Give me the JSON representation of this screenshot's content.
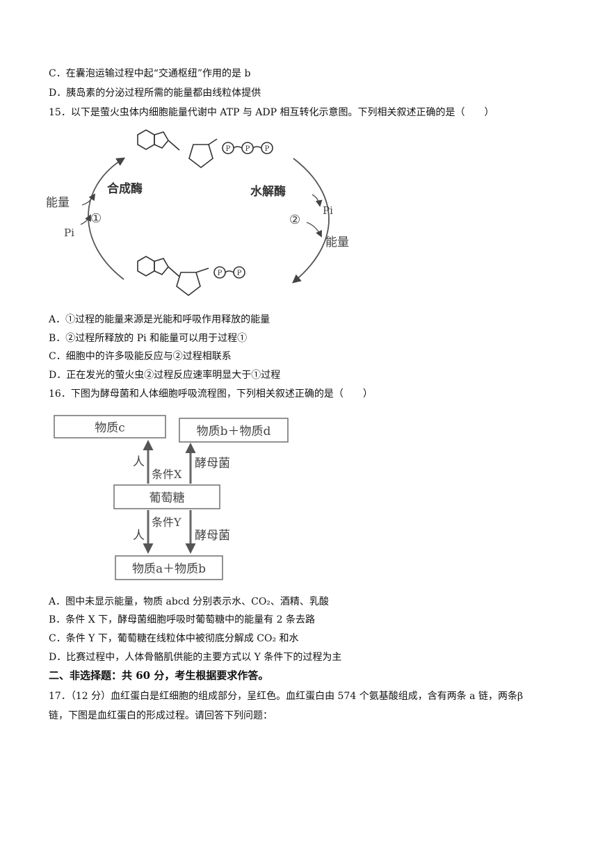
{
  "lines": {
    "l1": "C．在囊泡运输过程中起“交通枢纽”作用的是 b",
    "l2": "D．胰岛素的分泌过程所需的能量都由线粒体提供",
    "q15": "15．以下是萤火虫体内细胞能量代谢中 ATP 与 ADP 相互转化示意图。下列相关叙述正确的是（　　）",
    "q15a": "A．①过程的能量来源是光能和呼吸作用释放的能量",
    "q15b": "B．②过程所释放的 Pi 和能量可以用于过程①",
    "q15c": "C．细胞中的许多吸能反应与②过程相联系",
    "q15d": "D．正在发光的萤火虫②过程反应速率明显大于①过程",
    "q16": "16．下图为酵母菌和人体细胞呼吸流程图，下列相关叙述正确的是（　　）",
    "q16a": "A．图中未显示能量，物质 abcd 分别表示水、CO₂、酒精、乳酸",
    "q16b": "B．条件 X 下，酵母菌细胞呼吸时葡萄糖中的能量有 2 条去路",
    "q16c": "C．条件 Y 下，葡萄糖在线粒体中被彻底分解成 CO₂ 和水",
    "q16d": "D．比赛过程中，人体骨骼肌供能的主要方式以 Y 条件下的过程为主",
    "section2": "二、非选择题：共 60 分，考生根据要求作答。",
    "q17a": "17．（12 分）血红蛋白是红细胞的组成部分，呈红色。血红蛋白由 574 个氨基酸组成，含有两条 a 链，两条β",
    "q17b": "链，下图是血红蛋白的形成过程。请回答下列问题："
  },
  "fig15": {
    "energy_left": "能量",
    "pi_left": "Pi",
    "enzyme_left": "合成酶",
    "step1": "①",
    "enzyme_right": "水解酶",
    "step2": "②",
    "pi_right": "Pi",
    "energy_right": "能量",
    "p": "P"
  },
  "fig16": {
    "box_c": "物质c",
    "box_bd": "物质b＋物质d",
    "box_glucose": "葡萄糖",
    "box_ab": "物质a＋物质b",
    "human_up": "人",
    "cond_x": "条件X",
    "yeast_up": "酵母菌",
    "cond_y": "条件Y",
    "human_down": "人",
    "yeast_down": "酵母菌"
  }
}
